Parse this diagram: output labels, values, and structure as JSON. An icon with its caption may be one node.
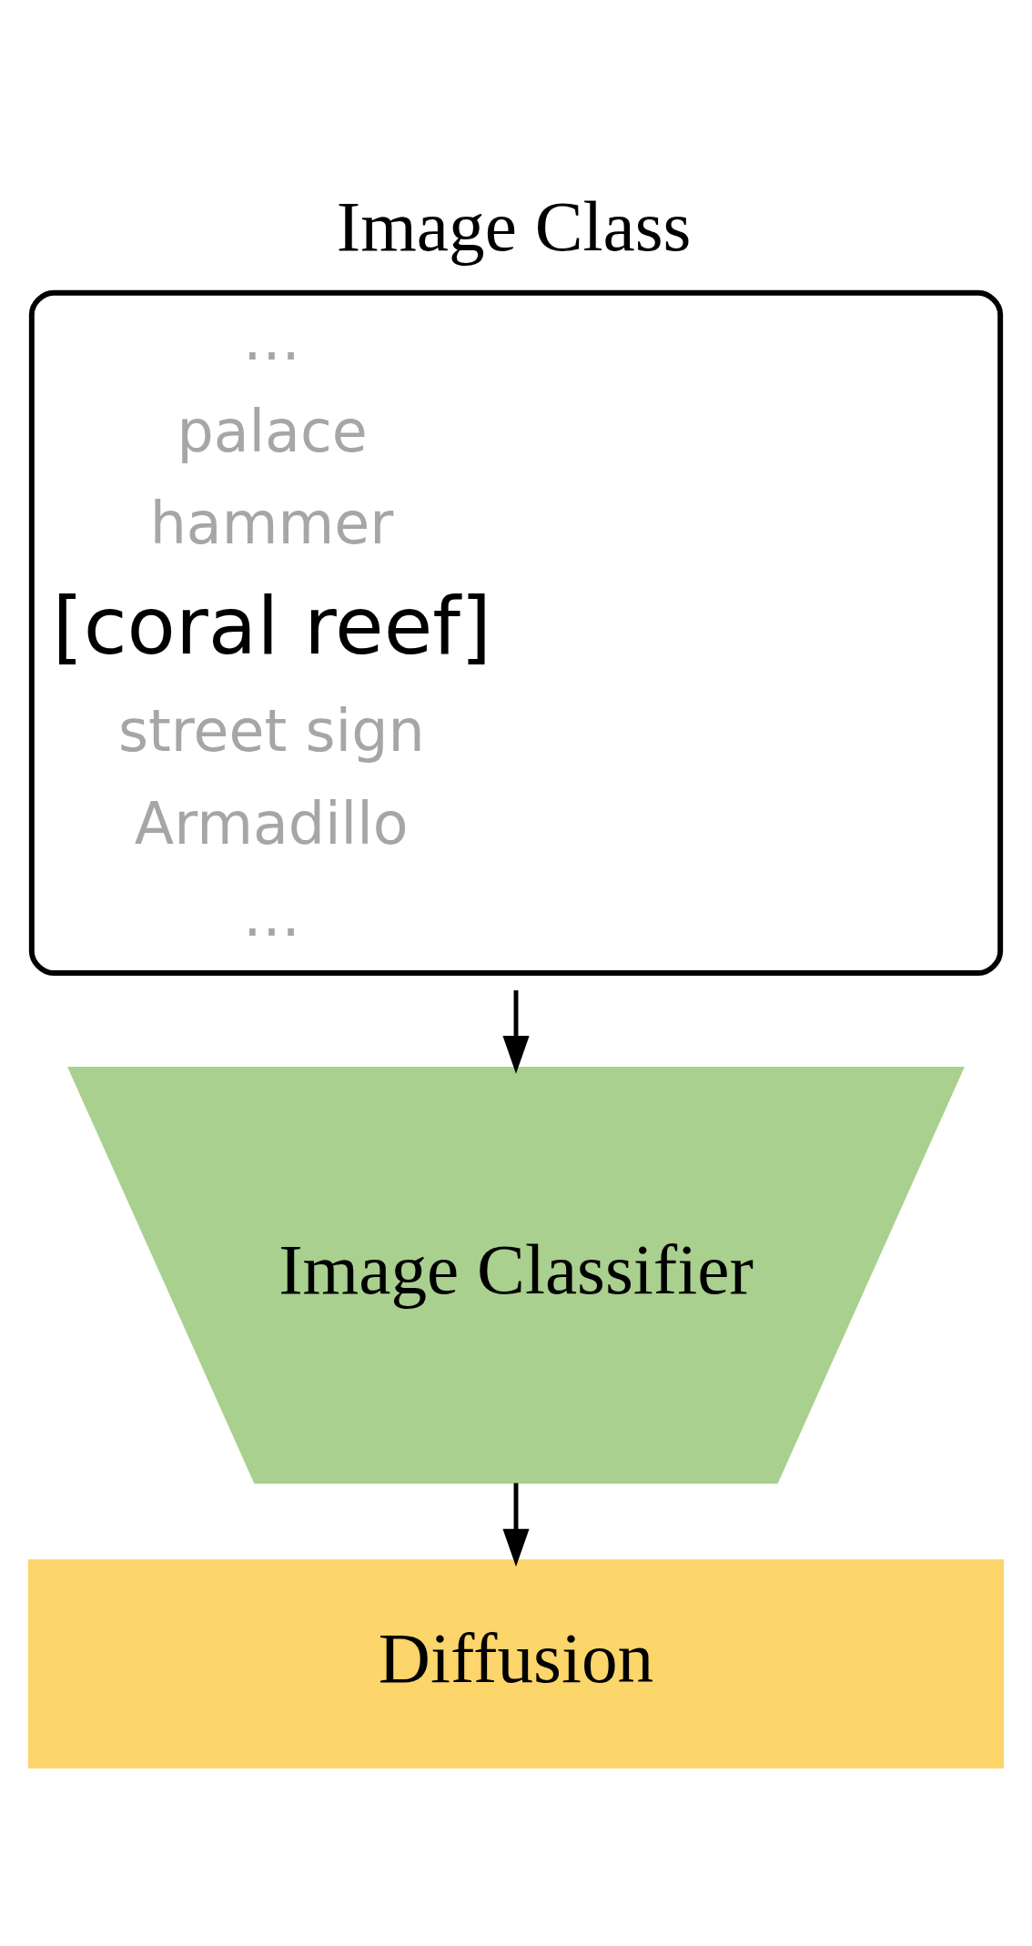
{
  "diagram": {
    "nodes": [
      {
        "text": [
          "Image Class",
          "…",
          "palace",
          "hammer",
          "[coral reef]",
          "street sign",
          "Armadillo",
          "…"
        ]
      },
      {
        "text": [
          "Image Classifier"
        ]
      },
      {
        "text": [
          "Diffusion"
        ]
      }
    ],
    "edges": [
      {
        "from": 0,
        "to": 1,
        "arrow": "to"
      },
      {
        "from": 1,
        "to": 2,
        "arrow": "to"
      }
    ]
  }
}
